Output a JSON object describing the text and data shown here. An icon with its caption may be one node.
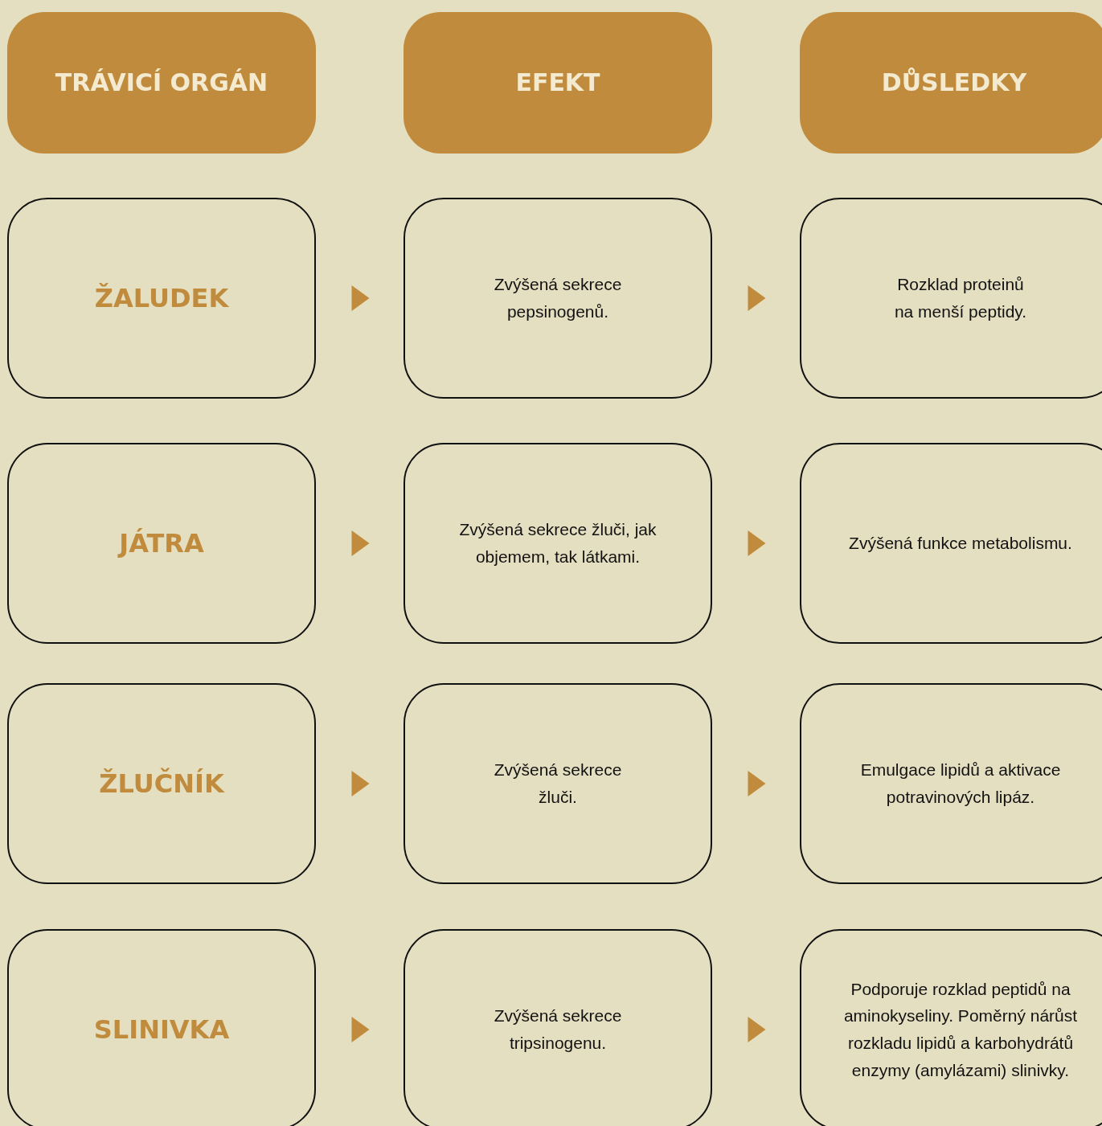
{
  "diagram": {
    "nodes": [
      {
        "text": [
          "TRÁVICÍ ORGÁN"
        ]
      },
      {
        "text": [
          "EFEKT"
        ]
      },
      {
        "text": [
          "DŮSLEDKY"
        ]
      },
      {
        "text": [
          "ŽALUDEK"
        ]
      },
      {
        "text": [
          "Zvýšená sekrece pepsinogenů."
        ]
      },
      {
        "text": [
          "Rozklad proteinů na menší peptidy."
        ]
      },
      {
        "text": [
          "JÁTRA"
        ]
      },
      {
        "text": [
          "Zvýšená sekrece žluči, jak objemem, tak látkami."
        ]
      },
      {
        "text": [
          "Zvýšená funkce metabolismu."
        ]
      },
      {
        "text": [
          "ŽLUČNÍK"
        ]
      },
      {
        "text": [
          "Zvýšená sekrece žluči."
        ]
      },
      {
        "text": [
          "Emulgace lipidů a aktivace potravinových lipáz."
        ]
      },
      {
        "text": [
          "SLINIVKA"
        ]
      },
      {
        "text": [
          "Zvýšená sekrece tripsinogenu."
        ]
      },
      {
        "text": [
          "Podporuje rozklad peptidů na aminokyseliny. Poměrný nárůst rozkladu lipidů a karbohydrátů enzymy (amylázami) slinivky."
        ]
      }
    ],
    "edges": [
      {
        "from": 3,
        "to": 4,
        "arrow": "to"
      },
      {
        "from": 4,
        "to": 5,
        "arrow": "to"
      },
      {
        "from": 6,
        "to": 7,
        "arrow": "to"
      },
      {
        "from": 7,
        "to": 8,
        "arrow": "to"
      },
      {
        "from": 9,
        "to": 10,
        "arrow": "to"
      },
      {
        "from": 10,
        "to": 11,
        "arrow": "to"
      },
      {
        "from": 12,
        "to": 13,
        "arrow": "to"
      },
      {
        "from": 13,
        "to": 14,
        "arrow": "to"
      }
    ]
  }
}
